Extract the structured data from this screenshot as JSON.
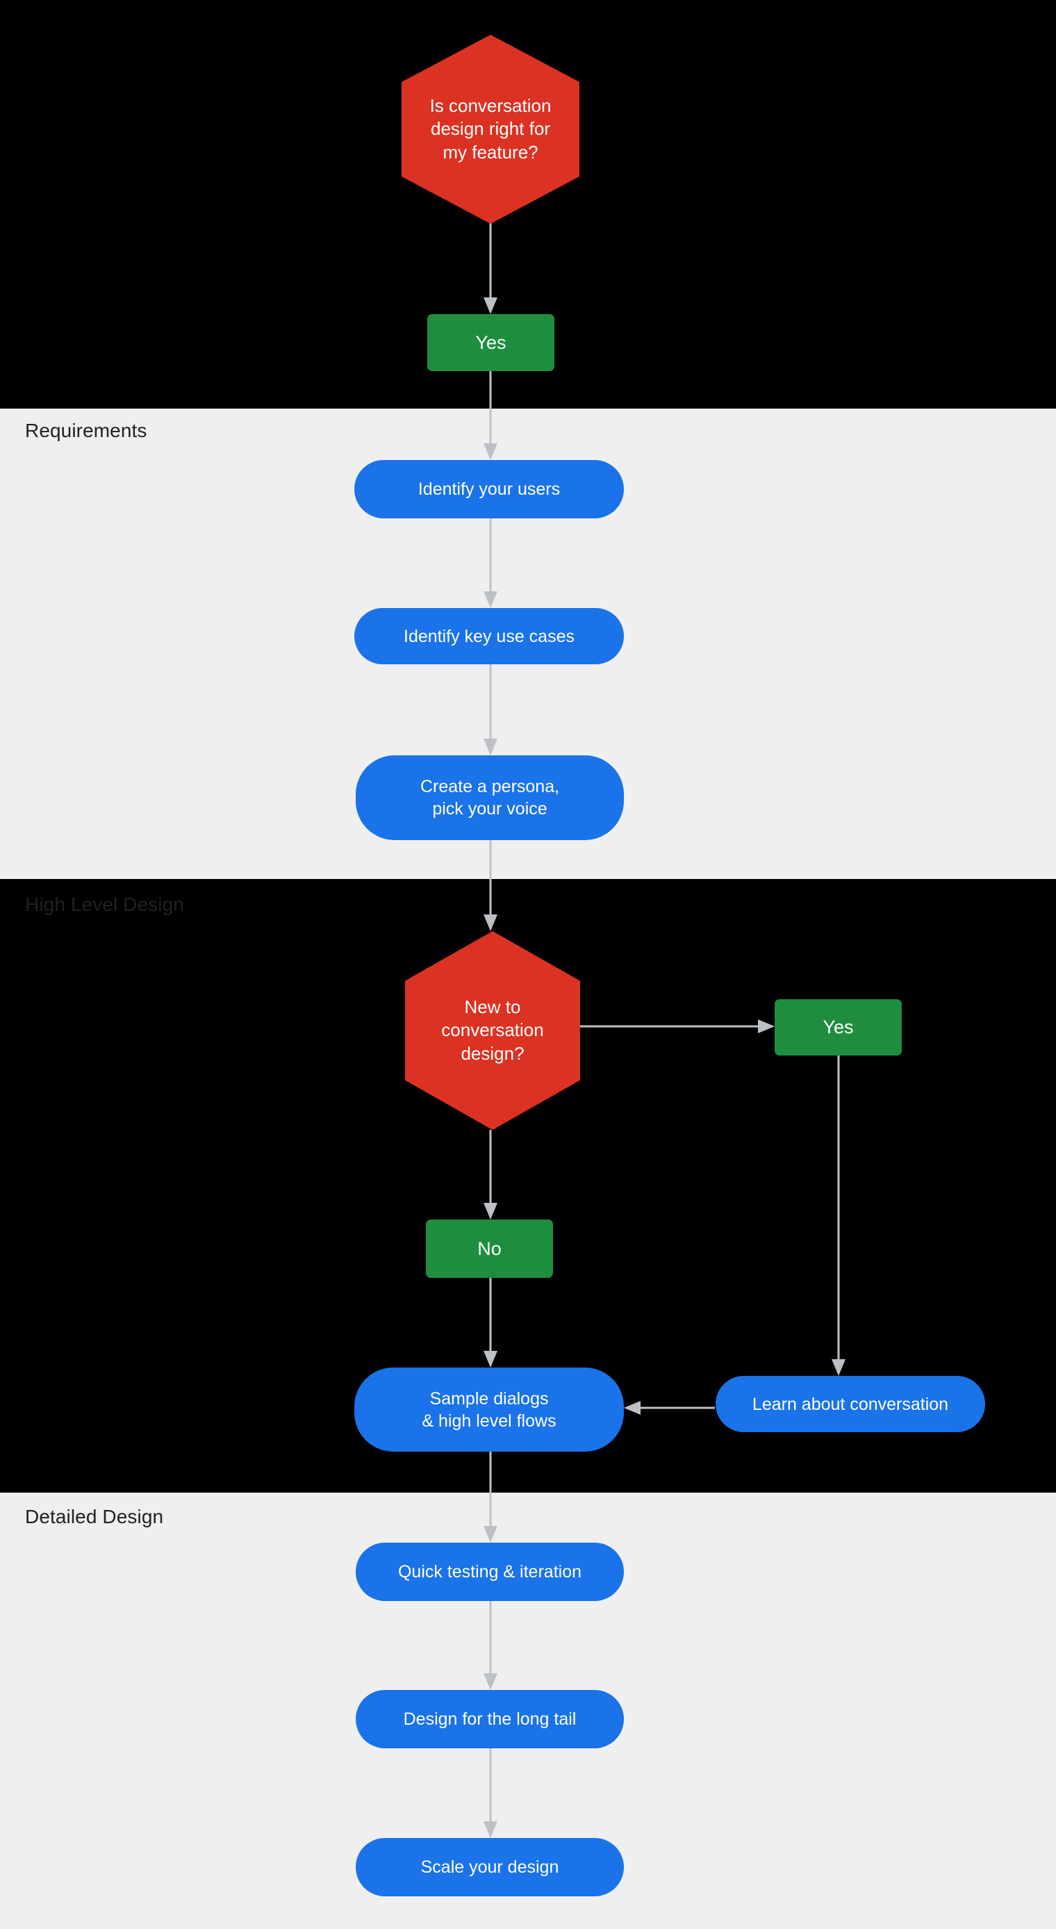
{
  "title": "Is conversation design right for my feature? — conversation design process flowchart",
  "colors": {
    "dark_band": "#000000",
    "light_band": "#efefef",
    "decision_red": "#dc3223",
    "answer_green": "#1e8e3e",
    "step_blue": "#1a73e8",
    "connector_gray": "#bdc1c6",
    "label_text": "#202124",
    "node_text": "#ffffff"
  },
  "sections": [
    {
      "id": "intro",
      "label": "",
      "theme": "dark"
    },
    {
      "id": "requirements",
      "label": "Requirements",
      "theme": "light"
    },
    {
      "id": "high-level",
      "label": "High Level Design",
      "theme": "dark"
    },
    {
      "id": "detailed",
      "label": "Detailed Design",
      "theme": "light"
    }
  ],
  "nodes": {
    "decision_1": {
      "shape": "hexagon",
      "text_lines": [
        "Is conversation",
        "design right for",
        "my feature?"
      ],
      "text": "Is conversation design right for my feature?"
    },
    "answer_yes_1": {
      "shape": "rect",
      "text": "Yes"
    },
    "identify_users": {
      "shape": "pill",
      "text": "Identify your users"
    },
    "identify_cases": {
      "shape": "pill",
      "text": "Identify key use cases"
    },
    "create_persona": {
      "shape": "pill",
      "text_lines": [
        "Create a persona,",
        "pick your voice"
      ],
      "text": "Create a persona, pick your voice"
    },
    "decision_2": {
      "shape": "hexagon",
      "text_lines": [
        "New to",
        "conversation",
        "design?"
      ],
      "text": "New to conversation design?"
    },
    "answer_yes_2": {
      "shape": "rect",
      "text": "Yes"
    },
    "answer_no_2": {
      "shape": "rect",
      "text": "No"
    },
    "learn_about": {
      "shape": "pill",
      "text": "Learn about conversation"
    },
    "sample_dialogs": {
      "shape": "pill",
      "text_lines": [
        "Sample dialogs",
        "& high level flows"
      ],
      "text": "Sample dialogs & high level flows"
    },
    "quick_testing": {
      "shape": "pill",
      "text": "Quick testing & iteration"
    },
    "long_tail": {
      "shape": "pill",
      "text": "Design for the long tail"
    },
    "scale_design": {
      "shape": "pill",
      "text": "Scale your design"
    }
  },
  "edges": [
    {
      "from": "decision_1",
      "to": "answer_yes_1",
      "direction": "down"
    },
    {
      "from": "answer_yes_1",
      "to": "identify_users",
      "direction": "down"
    },
    {
      "from": "identify_users",
      "to": "identify_cases",
      "direction": "down"
    },
    {
      "from": "identify_cases",
      "to": "create_persona",
      "direction": "down"
    },
    {
      "from": "create_persona",
      "to": "decision_2",
      "direction": "down"
    },
    {
      "from": "decision_2",
      "to": "answer_yes_2",
      "direction": "right"
    },
    {
      "from": "decision_2",
      "to": "answer_no_2",
      "direction": "down"
    },
    {
      "from": "answer_yes_2",
      "to": "learn_about",
      "direction": "down"
    },
    {
      "from": "answer_no_2",
      "to": "sample_dialogs",
      "direction": "down"
    },
    {
      "from": "learn_about",
      "to": "sample_dialogs",
      "direction": "left"
    },
    {
      "from": "sample_dialogs",
      "to": "quick_testing",
      "direction": "down"
    },
    {
      "from": "quick_testing",
      "to": "long_tail",
      "direction": "down"
    },
    {
      "from": "long_tail",
      "to": "scale_design",
      "direction": "down"
    }
  ]
}
